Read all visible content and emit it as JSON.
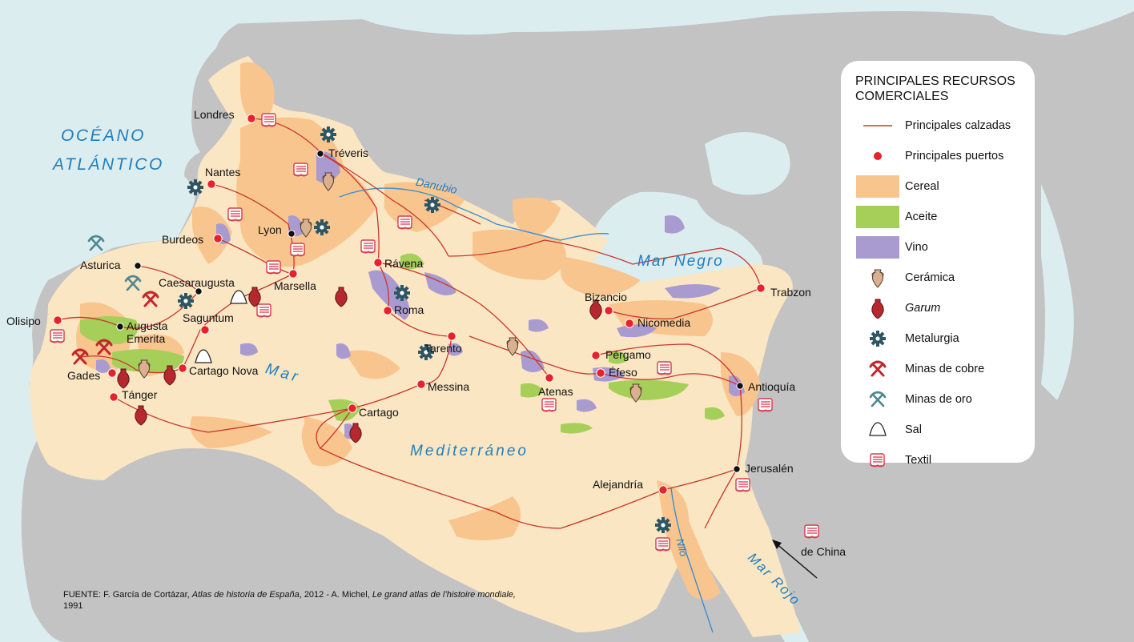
{
  "legend": {
    "title": "PRINCIPALES RECURSOS COMERCIALES",
    "items": [
      {
        "symbol": "road-line",
        "label": "Principales calzadas",
        "color": "#c8372d"
      },
      {
        "symbol": "port-dot",
        "label": "Principales puertos",
        "color": "#e8222a"
      },
      {
        "symbol": "swatch",
        "label": "Cereal",
        "color": "#f9c58e"
      },
      {
        "symbol": "swatch",
        "label": "Aceite",
        "color": "#a6cf5a"
      },
      {
        "symbol": "swatch",
        "label": "Vino",
        "color": "#a99bd0"
      },
      {
        "symbol": "amphora-icon",
        "label": "Cerámica",
        "color": "#d9b090"
      },
      {
        "symbol": "garum-icon",
        "label": "Garum",
        "color": "#b5292e"
      },
      {
        "symbol": "gear-icon",
        "label": "Metalurgia",
        "color": "#2e5563"
      },
      {
        "symbol": "copper-mine-icon",
        "label": "Minas de cobre",
        "color": "#c2272d"
      },
      {
        "symbol": "gold-mine-icon",
        "label": "Minas de oro",
        "color": "#4f8790"
      },
      {
        "symbol": "salt-icon",
        "label": "Sal",
        "color": "#888888"
      },
      {
        "symbol": "textile-icon",
        "label": "Textil",
        "color": "#d93a4a"
      }
    ]
  },
  "seas": {
    "ocean_line1": "OCÉANO",
    "ocean_line2": "ATLÁNTICO",
    "mar": "Mar",
    "mediterraneo": "Mediterráneo",
    "mar_negro": "Mar Negro",
    "mar_rojo": "Mar Rojo",
    "danubio": "Danubio",
    "nilo": "Nilo"
  },
  "ports": [
    "Londres",
    "Nantes",
    "Burdeos",
    "Olisipo",
    "Gades",
    "Tánger",
    "Cartago Nova",
    "Saguntum",
    "Marsella",
    "Rávena",
    "Roma",
    "Tarento",
    "Messina",
    "Cartago",
    "Atenas",
    "Bizancio",
    "Nicomedia",
    "Pérgamo",
    "Éfeso",
    "Trabzon",
    "Alejandría"
  ],
  "cities": [
    "Tréveris",
    "Lyon",
    "Asturica",
    "Caesaraugusta",
    "Augusta",
    "Emerita",
    "Antioquía",
    "Jerusalén"
  ],
  "china_label": "de China",
  "source": {
    "prefix": "FUENTE: F. García de Cortázar, ",
    "work1": "Atlas de historia de España",
    "mid": ", 2012 - A. Michel, ",
    "work2": "Le grand atlas de l’histoire mondiale,",
    "suffix": " 1991"
  },
  "colors": {
    "land": "#c3c3c3",
    "sea": "#dcedf0",
    "empire": "#fbe6c3",
    "cereal": "#f9c58e",
    "aceite": "#a6cf5a",
    "vino": "#a99bd0",
    "road": "#c8372d",
    "port": "#e8222a",
    "water_label": "#1f7fbf"
  }
}
